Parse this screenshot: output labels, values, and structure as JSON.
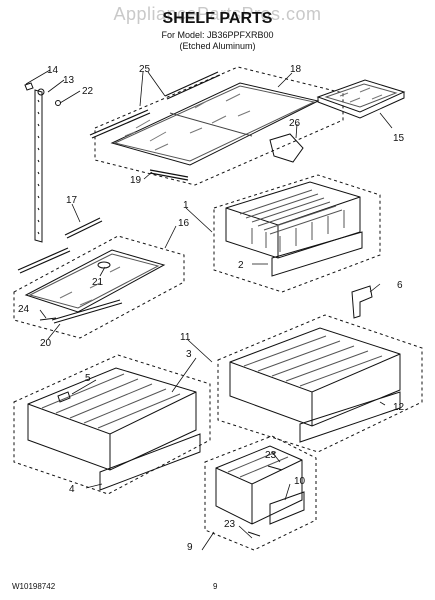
{
  "watermark": "AppliancePartsPros.com",
  "title": "SHELF PARTS",
  "model_line": "For Model: JB36PPFXRB00",
  "finish_line": "(Etched Aluminum)",
  "footer": {
    "doc_number": "W10198742",
    "page_number": "9"
  },
  "callouts": {
    "c14": "14",
    "c13": "13",
    "c22": "22",
    "c25": "25",
    "c18": "18",
    "c26": "26",
    "c15": "15",
    "c19": "19",
    "c17": "17",
    "c16": "16",
    "c1": "1",
    "c21": "21",
    "c2": "2",
    "c6": "6",
    "c24": "24",
    "c20": "20",
    "c11": "11",
    "c3": "3",
    "c5": "5",
    "c12": "12",
    "c4": "4",
    "c23a": "23",
    "c10": "10",
    "c23b": "23",
    "c9": "9"
  }
}
